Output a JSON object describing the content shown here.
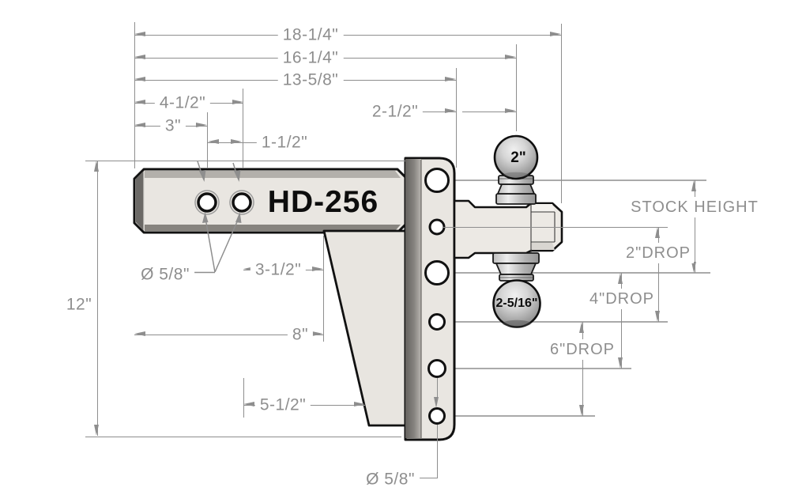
{
  "title": "HD-256 adjustable hitch dimensional drawing",
  "part": {
    "model_label": "HD-256",
    "top_ball_size": "2\"",
    "bottom_ball_size": "2-5/16\""
  },
  "dimensions": {
    "total_length": "18-1/4\"",
    "length_to_ball_center": "16-1/4\"",
    "length_to_channel": "13-5/8\"",
    "hole_span_outer": "4-1/2\"",
    "first_hole": "3\"",
    "hole_spacing": "1-1/2\"",
    "channel_to_ball": "2-1/2\"",
    "overall_height": "12\"",
    "hole_to_plate": "3-1/2\"",
    "shank_length": "8\"",
    "plate_bottom": "5-1/2\"",
    "shank_hole_diameter": "Ø 5/8\"",
    "channel_hole_diameter": "Ø 5/8\""
  },
  "height_labels": {
    "stock_height": "STOCK HEIGHT",
    "drop_2": "2\"DROP",
    "drop_4": "4\"DROP",
    "drop_6": "6\"DROP"
  },
  "colors": {
    "background": "#ffffff",
    "dimension_gray": "#8e8e8e",
    "outline_black": "#111111",
    "steel_face": "#e9e6e1",
    "steel_top_strip": "#b3b0ab",
    "steel_shadow": "#6b6966",
    "ball_steel": "#bfbfbf"
  }
}
